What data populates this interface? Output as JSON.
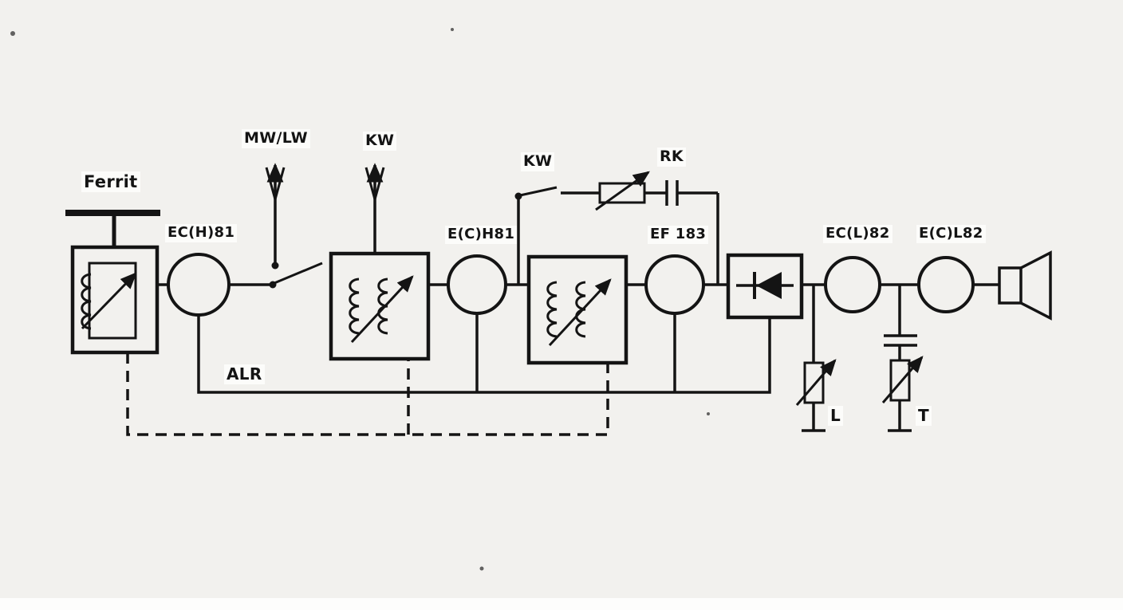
{
  "colors": {
    "ink": "#141414",
    "paper": "#f2f1ee",
    "label_patch": "#fcfcfa"
  },
  "labels": {
    "ferrite": "Ferrit",
    "tube1": "EC(H)81",
    "antenna_mwlw": "MW/LW",
    "antenna_kw": "KW",
    "tube2": "E(C)H81",
    "switch_kw": "KW",
    "resistor_rk": "RK",
    "tube3": "EF 183",
    "tube4": "EC(L)82",
    "tube5": "E(C)L82",
    "agc_line": "ALR",
    "volume_pot": "L",
    "tone_pot": "T"
  }
}
